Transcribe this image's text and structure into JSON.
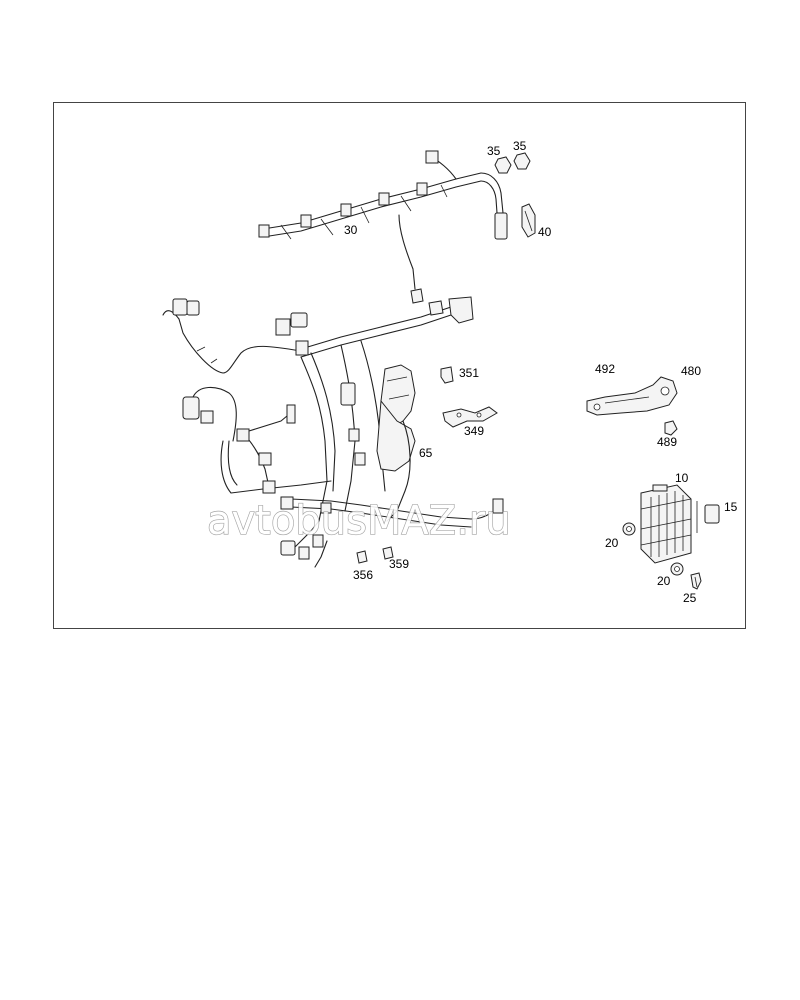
{
  "watermark": "avtobusMAZ.ru",
  "callouts": [
    {
      "id": "c35a",
      "text": "35"
    },
    {
      "id": "c35b",
      "text": "35"
    },
    {
      "id": "c40",
      "text": "40"
    },
    {
      "id": "c30",
      "text": "30"
    },
    {
      "id": "c351",
      "text": "351"
    },
    {
      "id": "c349",
      "text": "349"
    },
    {
      "id": "c65",
      "text": "65"
    },
    {
      "id": "c492",
      "text": "492"
    },
    {
      "id": "c480",
      "text": "480"
    },
    {
      "id": "c489",
      "text": "489"
    },
    {
      "id": "c10",
      "text": "10"
    },
    {
      "id": "c15",
      "text": "15"
    },
    {
      "id": "c20a",
      "text": "20"
    },
    {
      "id": "c20b",
      "text": "20"
    },
    {
      "id": "c25",
      "text": "25"
    },
    {
      "id": "c356",
      "text": "356"
    },
    {
      "id": "c359",
      "text": "359"
    }
  ]
}
